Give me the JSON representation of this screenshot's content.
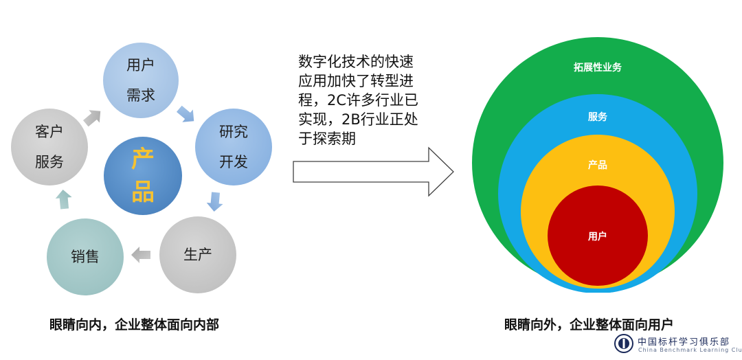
{
  "left_diagram": {
    "center": {
      "line1": "产",
      "line2": "品"
    },
    "nodes": [
      {
        "id": "user-needs",
        "line1": "用户",
        "line2": "需求"
      },
      {
        "id": "rd",
        "line1": "研究",
        "line2": "开发"
      },
      {
        "id": "production",
        "line1": "生产",
        "line2": ""
      },
      {
        "id": "sales",
        "line1": "销售",
        "line2": ""
      },
      {
        "id": "customer-service",
        "line1": "客户",
        "line2": "服务"
      }
    ],
    "caption": "眼睛向内，企业整体面向内部"
  },
  "middle": {
    "description": "数字化技术的快速应用加快了转型进程，2C许多行业已实现，2B行业正处于探索期",
    "lines": [
      "数字化技术的快速",
      "应用加快了转型进",
      "程，2C许多行业已",
      "实现，2B行业正处",
      "于探索期"
    ]
  },
  "right_diagram": {
    "rings": [
      {
        "label": "拓展性业务",
        "color": "#13ad4c"
      },
      {
        "label": "服务",
        "color": "#15a8e6"
      },
      {
        "label": "产品",
        "color": "#fdbf11"
      },
      {
        "label": "用户",
        "color": "#c00000"
      }
    ],
    "caption": "眼睛向外，企业整体面向用户"
  },
  "logo": {
    "name_cn": "中国标杆学习俱乐部",
    "name_en": "China Benchmark Learning Club"
  },
  "colors": {
    "node_blue": "#a9c6e6",
    "node_gray": "#c9c9c9",
    "node_teal": "#9ec4c4",
    "center_text": "#f6c231",
    "arrow_gray": "#bfbfbf",
    "arrow_blue": "#8fb3df"
  }
}
